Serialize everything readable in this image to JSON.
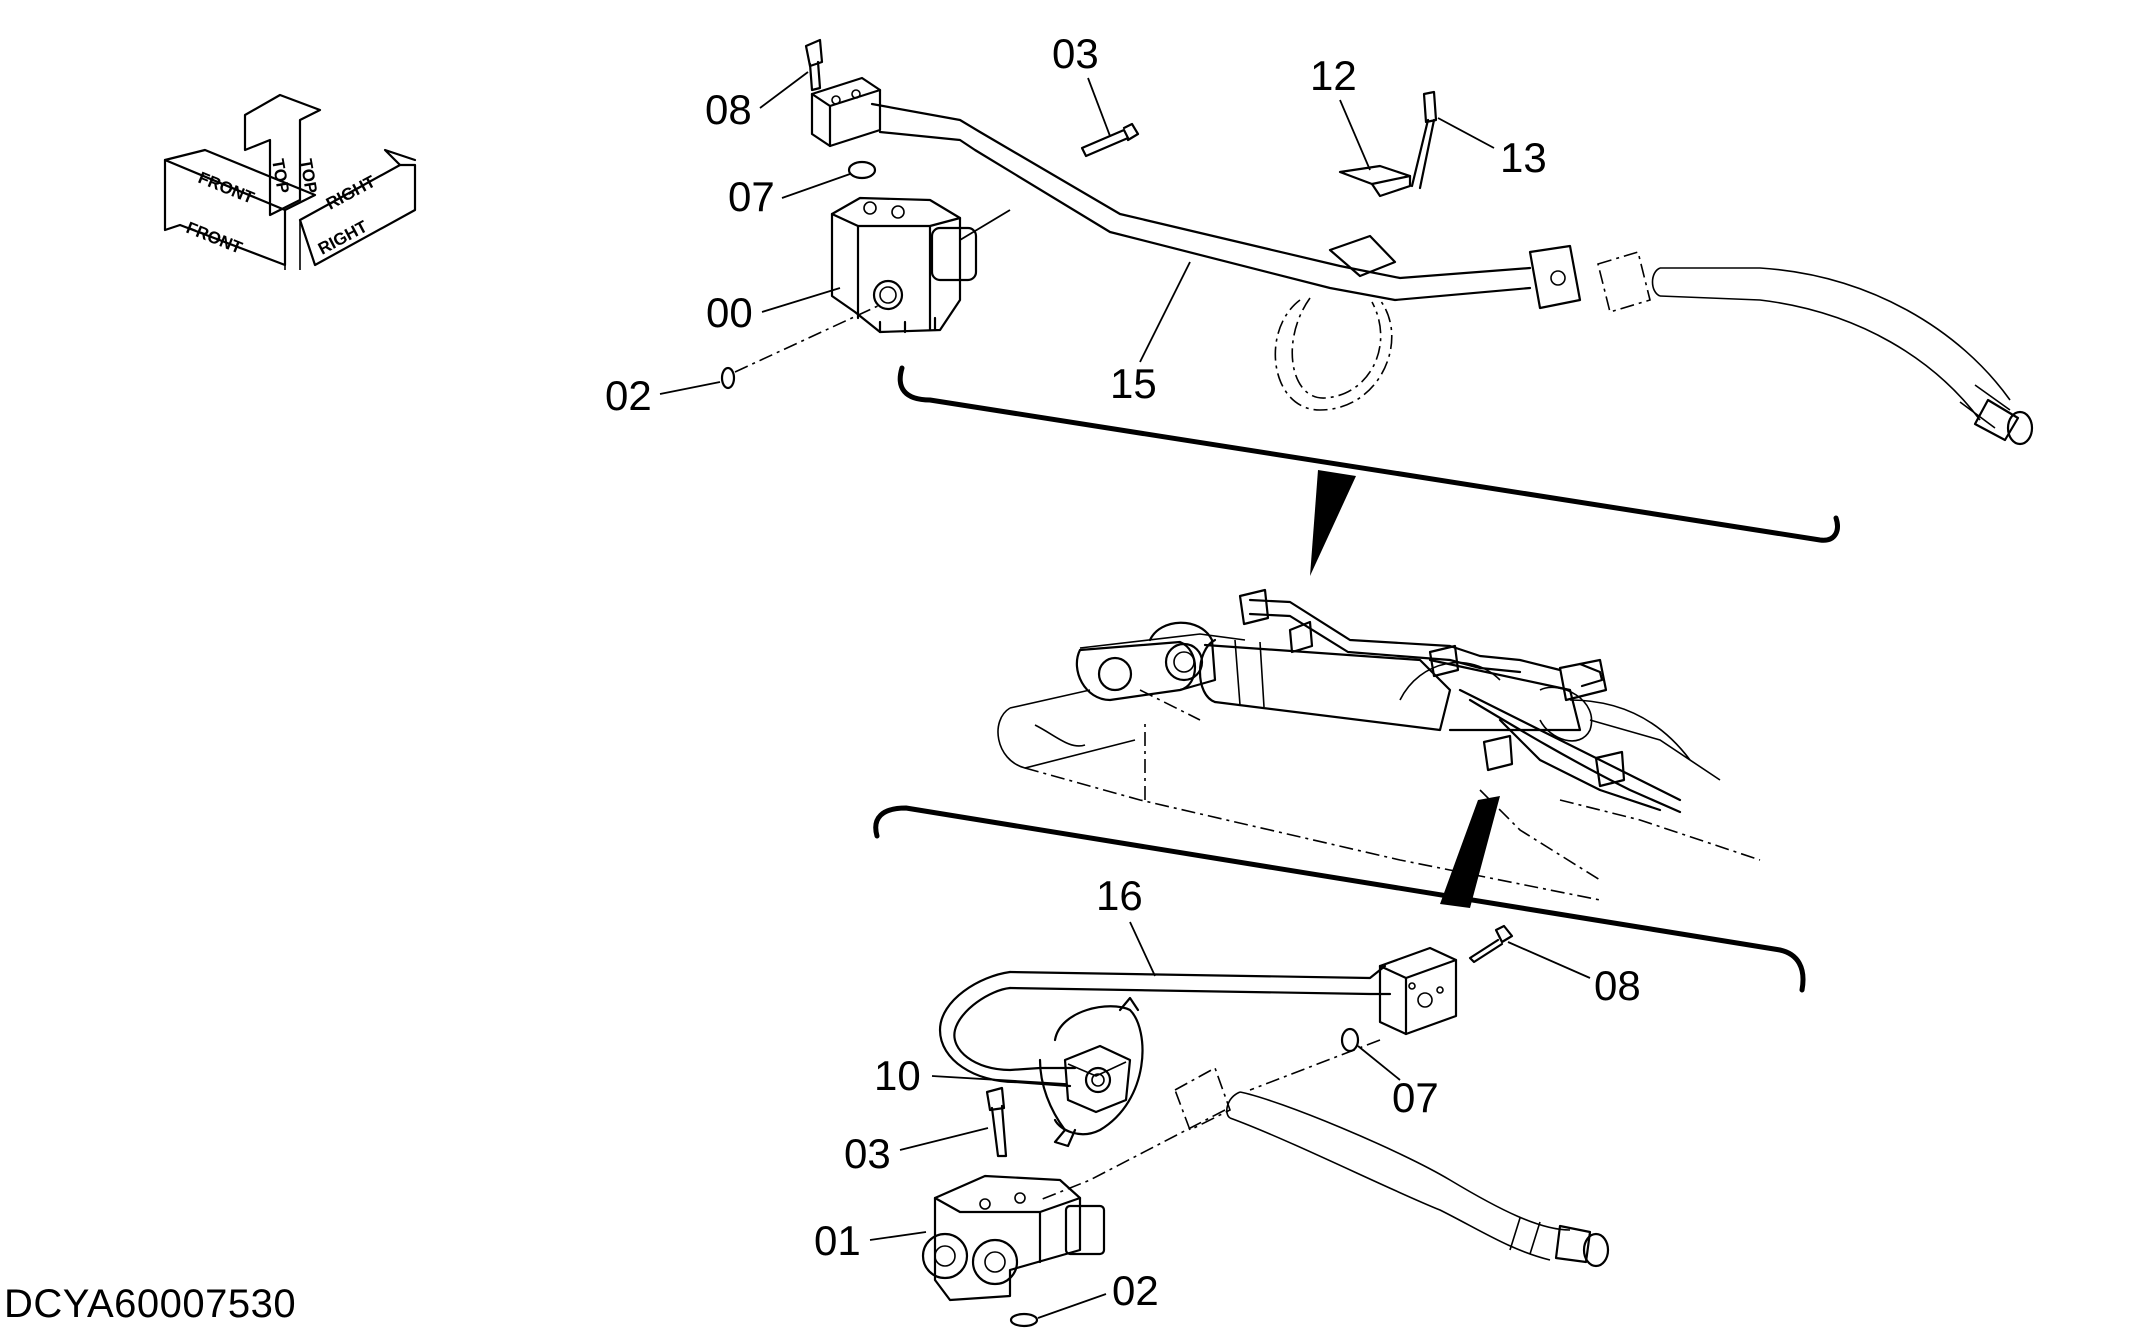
{
  "orientation": {
    "front": "FRONT",
    "top": "TOP",
    "right": "RIGHT"
  },
  "upper_view": {
    "callouts": {
      "c08": "08",
      "c07": "07",
      "c00": "00",
      "c02": "02",
      "c03": "03",
      "c15": "15",
      "c12": "12",
      "c13": "13"
    }
  },
  "lower_view": {
    "callouts": {
      "c16": "16",
      "c08": "08",
      "c07": "07",
      "c10": "10",
      "c03": "03",
      "c01": "01",
      "c02": "02"
    }
  },
  "drawing_id": "DCYA60007530"
}
